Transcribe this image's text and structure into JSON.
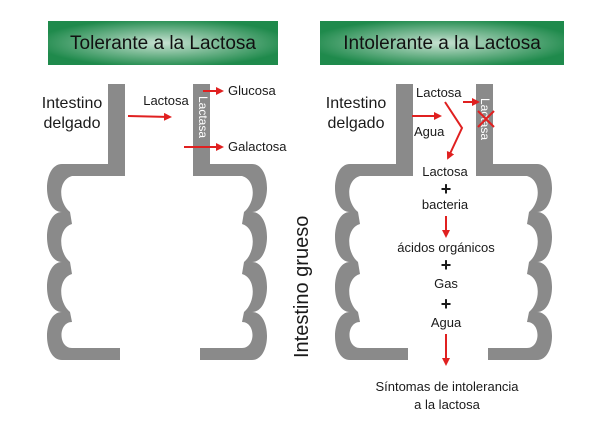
{
  "left_panel": {
    "header": "Tolerante a la Lactosa",
    "small_intestine": [
      "Intestino",
      "delgado"
    ],
    "lactose_in": "Lactosa",
    "enzyme": "Lactasa",
    "products": [
      "Glucosa",
      "Galactosa"
    ]
  },
  "large_intestine_label": "Intestino grueso",
  "right_panel": {
    "header": "Intolerante a la Lactosa",
    "small_intestine": [
      "Intestino",
      "delgado"
    ],
    "lactose_in": "Lactosa",
    "water_in": "Agua",
    "enzyme": "Lactasa",
    "steps": [
      "Lactosa",
      "bacteria",
      "ácidos orgánicos",
      "Gas",
      "Agua"
    ],
    "plus": "+",
    "symptoms": [
      "Síntomas de intolerancia",
      "a la lactosa"
    ]
  },
  "colors": {
    "header_green_dark": "#1f8a4c",
    "header_green_light": "#bfdccb",
    "intestine_gray": "#8a8a8a",
    "arrow_red": "#e02020"
  }
}
